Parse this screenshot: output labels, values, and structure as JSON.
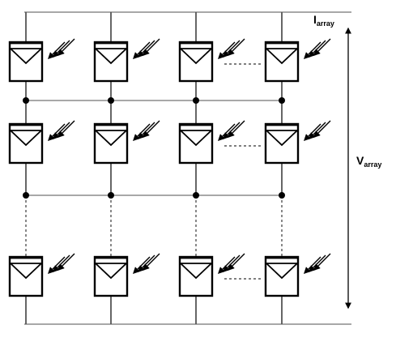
{
  "labels": {
    "current_main": "I",
    "current_sub": "array",
    "voltage_main": "V",
    "voltage_sub": "array"
  },
  "array": {
    "columns": 4,
    "rows_shown": 3,
    "icons": {
      "cell": "pv-cell-icon",
      "light": "sunlight-arrows-icon"
    }
  }
}
